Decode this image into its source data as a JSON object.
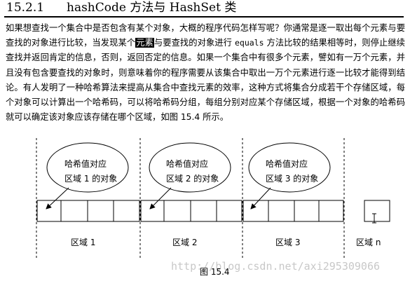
{
  "section": {
    "number": "15.2.1",
    "title": "hashCode 方法与 HashSet 类"
  },
  "body": {
    "part1": "如果想查找一个集合中是否包含有某个对象，大概的程序代码怎样写呢？你通常是逐一取出每个元素与要查找的对象进行比较，当发现某个",
    "highlight": "元素",
    "part2": "与要查找的对象进行",
    "code": "equals",
    "part3": "方法比较的结果相等时，则停止继续查找并返回肯定的信息，否则，返回否定的信息。如果一个集合中有很多个元素，譬如有一万个元素，并且没有包含要查找的对象时，则意味着你的程序需要从该集合中取出一万个元素进行逐一比较才能得到结论。有人发明了一种哈希算法来提高从集合中查找元素的效率，这种方式将集合分成若干个存储区域，每个对象可以计算出一个哈希码，可以将哈希码分组，每组分别对应某个存储区域，根据一个对象的哈希码就可以确定该对象应该存储在哪个区域，如图 15.4 所示。"
  },
  "figure": {
    "bubbles": [
      {
        "line1": "哈希值对应",
        "line2": "区域 1 的对象"
      },
      {
        "line1": "哈希值对应",
        "line2": "区域 2 的对象"
      },
      {
        "line1": "哈希值对应",
        "line2": "区域 3 的对象"
      }
    ],
    "regions": [
      "区域 1",
      "区域 2",
      "区域 3",
      "区域 n"
    ],
    "caption": "图 15.4",
    "watermark": "http://blog.csdn.net/axi295309066"
  }
}
